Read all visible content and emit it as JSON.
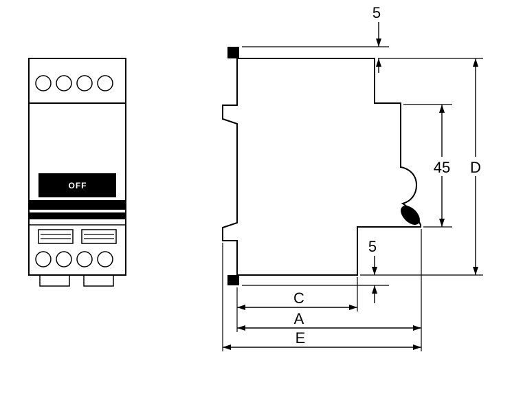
{
  "front_view": {
    "toggle_label": "OFF"
  },
  "side_view": {
    "dim_top_offset": "5",
    "dim_handle_height": "45",
    "dim_total_height": "D",
    "dim_bottom_offset": "5",
    "dim_depth_c": "C",
    "dim_depth_a": "A",
    "dim_depth_e": "E"
  },
  "colors": {
    "line": "#000000",
    "background": "#ffffff",
    "toggle_fill": "#000000",
    "toggle_text": "#ffffff"
  }
}
